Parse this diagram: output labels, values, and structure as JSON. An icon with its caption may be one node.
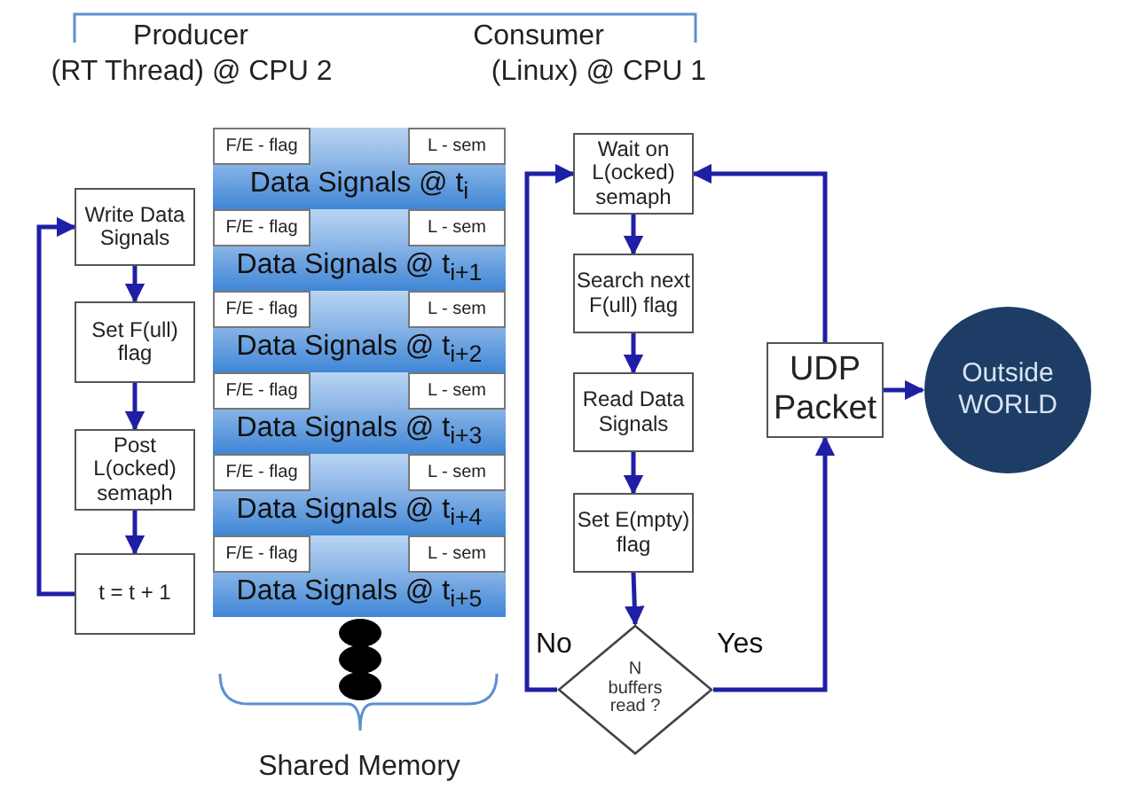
{
  "diagram": {
    "nodes": [
      {
        "text": [
          "Write Data Signals"
        ]
      },
      {
        "text": [
          "Set F(ull) flag"
        ]
      },
      {
        "text": [
          "Post L(ocked) semaph"
        ]
      },
      {
        "text": [
          "t = t + 1"
        ]
      },
      {
        "text": [
          "Data Signals @ t$_{i}$"
        ]
      },
      {
        "text": [
          "F/E - flag"
        ],
        "in": 4
      },
      {
        "text": [
          "L - sem"
        ],
        "in": 4
      },
      {
        "text": [
          "Data Signals @ t$_{i+1}$"
        ]
      },
      {
        "text": [
          "F/E - flag"
        ],
        "in": 7
      },
      {
        "text": [
          "L - sem"
        ],
        "in": 7
      },
      {
        "text": [
          "Data Signals @ t$_{i+2}$"
        ]
      },
      {
        "text": [
          "F/E - flag"
        ],
        "in": 10
      },
      {
        "text": [
          "L - sem"
        ],
        "in": 10
      },
      {
        "text": [
          "Data Signals @ t$_{i+3}$"
        ]
      },
      {
        "text": [
          "F/E - flag"
        ],
        "in": 13
      },
      {
        "text": [
          "L - sem"
        ],
        "in": 13
      },
      {
        "text": [
          "Data Signals @ t$_{i+4}$"
        ]
      },
      {
        "text": [
          "F/E - flag"
        ],
        "in": 16
      },
      {
        "text": [
          "L - sem"
        ],
        "in": 16
      },
      {
        "text": [
          "Data Signals @ t$_{i+5}$"
        ]
      },
      {
        "text": [
          "F/E - flag"
        ],
        "in": 19
      },
      {
        "text": [
          "L - sem"
        ],
        "in": 19
      },
      {
        "text": [
          "Wait on L(ocked) semaph"
        ]
      },
      {
        "text": [
          "Search next F(ull) flag"
        ]
      },
      {
        "text": [
          "Read Data Signals"
        ]
      },
      {
        "text": [
          "Set E(mpty) flag"
        ]
      },
      {
        "text": [
          "N buffers read ?"
        ]
      },
      {
        "text": [
          "UDP Packet"
        ]
      },
      {
        "text": [
          "Outside WORLD"
        ]
      }
    ],
    "edges": [
      {
        "from": 0,
        "to": 1,
        "arrow": "to"
      },
      {
        "from": 1,
        "to": 2,
        "arrow": "to"
      },
      {
        "from": 2,
        "to": 3,
        "arrow": "to"
      },
      {
        "from": 3,
        "to": 0,
        "arrow": "to"
      },
      {
        "from": 22,
        "to": 23,
        "arrow": "to"
      },
      {
        "from": 23,
        "to": 24,
        "arrow": "to"
      },
      {
        "from": 24,
        "to": 25,
        "arrow": "to"
      },
      {
        "from": 25,
        "to": 26,
        "arrow": "to"
      },
      {
        "from": 26,
        "to": 22,
        "arrow": "to",
        "label": "No"
      },
      {
        "from": 26,
        "to": 27,
        "arrow": "to",
        "label": "Yes"
      },
      {
        "from": 27,
        "to": 22,
        "arrow": "to"
      },
      {
        "from": 27,
        "to": 28,
        "arrow": "to"
      }
    ],
    "labels": [
      "Producer",
      "(RT Thread) @ CPU 2",
      "Consumer",
      "(Linux) @ CPU 1",
      "Shared Memory"
    ]
  }
}
